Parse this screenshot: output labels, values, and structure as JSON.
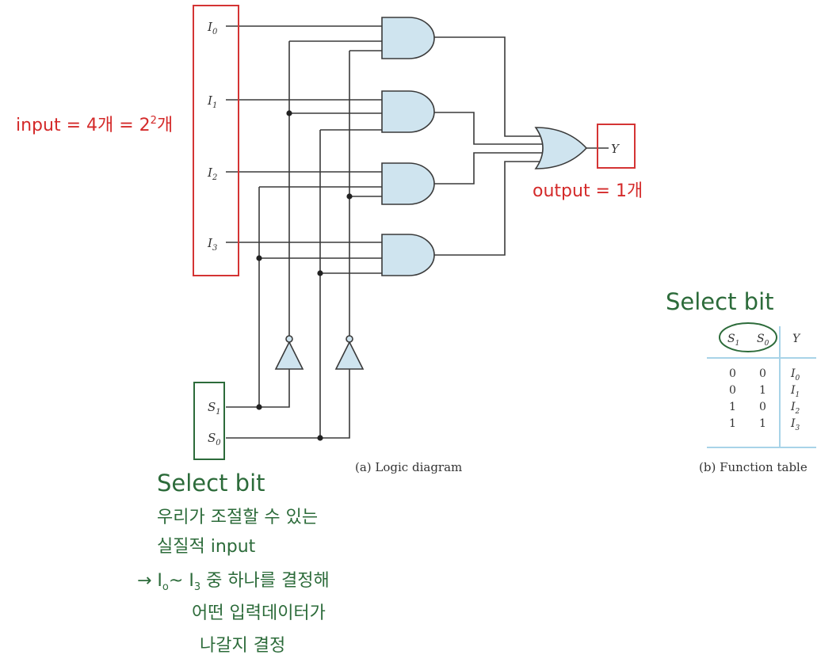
{
  "diagram": {
    "inputs": [
      {
        "base": "I",
        "sub": "0"
      },
      {
        "base": "I",
        "sub": "1"
      },
      {
        "base": "I",
        "sub": "2"
      },
      {
        "base": "I",
        "sub": "3"
      }
    ],
    "selects": [
      {
        "base": "S",
        "sub": "1"
      },
      {
        "base": "S",
        "sub": "0"
      }
    ],
    "output_label": "Y",
    "caption_a": "(a) Logic diagram",
    "caption_b": "(b) Function table"
  },
  "annotations": {
    "input_note": "input = 4개 = 2",
    "input_note_sup": "2",
    "input_note_tail": "개",
    "output_note": "output = 1개",
    "select_title_left": "Select bit",
    "select_title_right": "Select bit",
    "select_desc": [
      "우리가 조절할 수 있는",
      "실질적 input",
      "→ I",
      "어떤 입력데이터가",
      "나갈지 결정"
    ],
    "select_desc_arrow_line": {
      "pre": "→ I",
      "sub0": "o",
      "mid": "~ I",
      "sub3": "3",
      "post": " 중 하나를 결정해"
    }
  },
  "function_table": {
    "headers": [
      {
        "base": "S",
        "sub": "1"
      },
      {
        "base": "S",
        "sub": "0"
      },
      {
        "base": "Y",
        "sub": ""
      }
    ],
    "rows": [
      {
        "s1": "0",
        "s0": "0",
        "y": "I",
        "ysub": "0"
      },
      {
        "s1": "0",
        "s0": "1",
        "y": "I",
        "ysub": "1"
      },
      {
        "s1": "1",
        "s0": "0",
        "y": "I",
        "ysub": "2"
      },
      {
        "s1": "1",
        "s0": "1",
        "y": "I",
        "ysub": "3"
      }
    ]
  },
  "colors": {
    "annotation_red": "#d42a2a",
    "annotation_green": "#2c6b3a",
    "gate_fill": "#cfe4ef",
    "table_rule": "#a8d3e8"
  }
}
